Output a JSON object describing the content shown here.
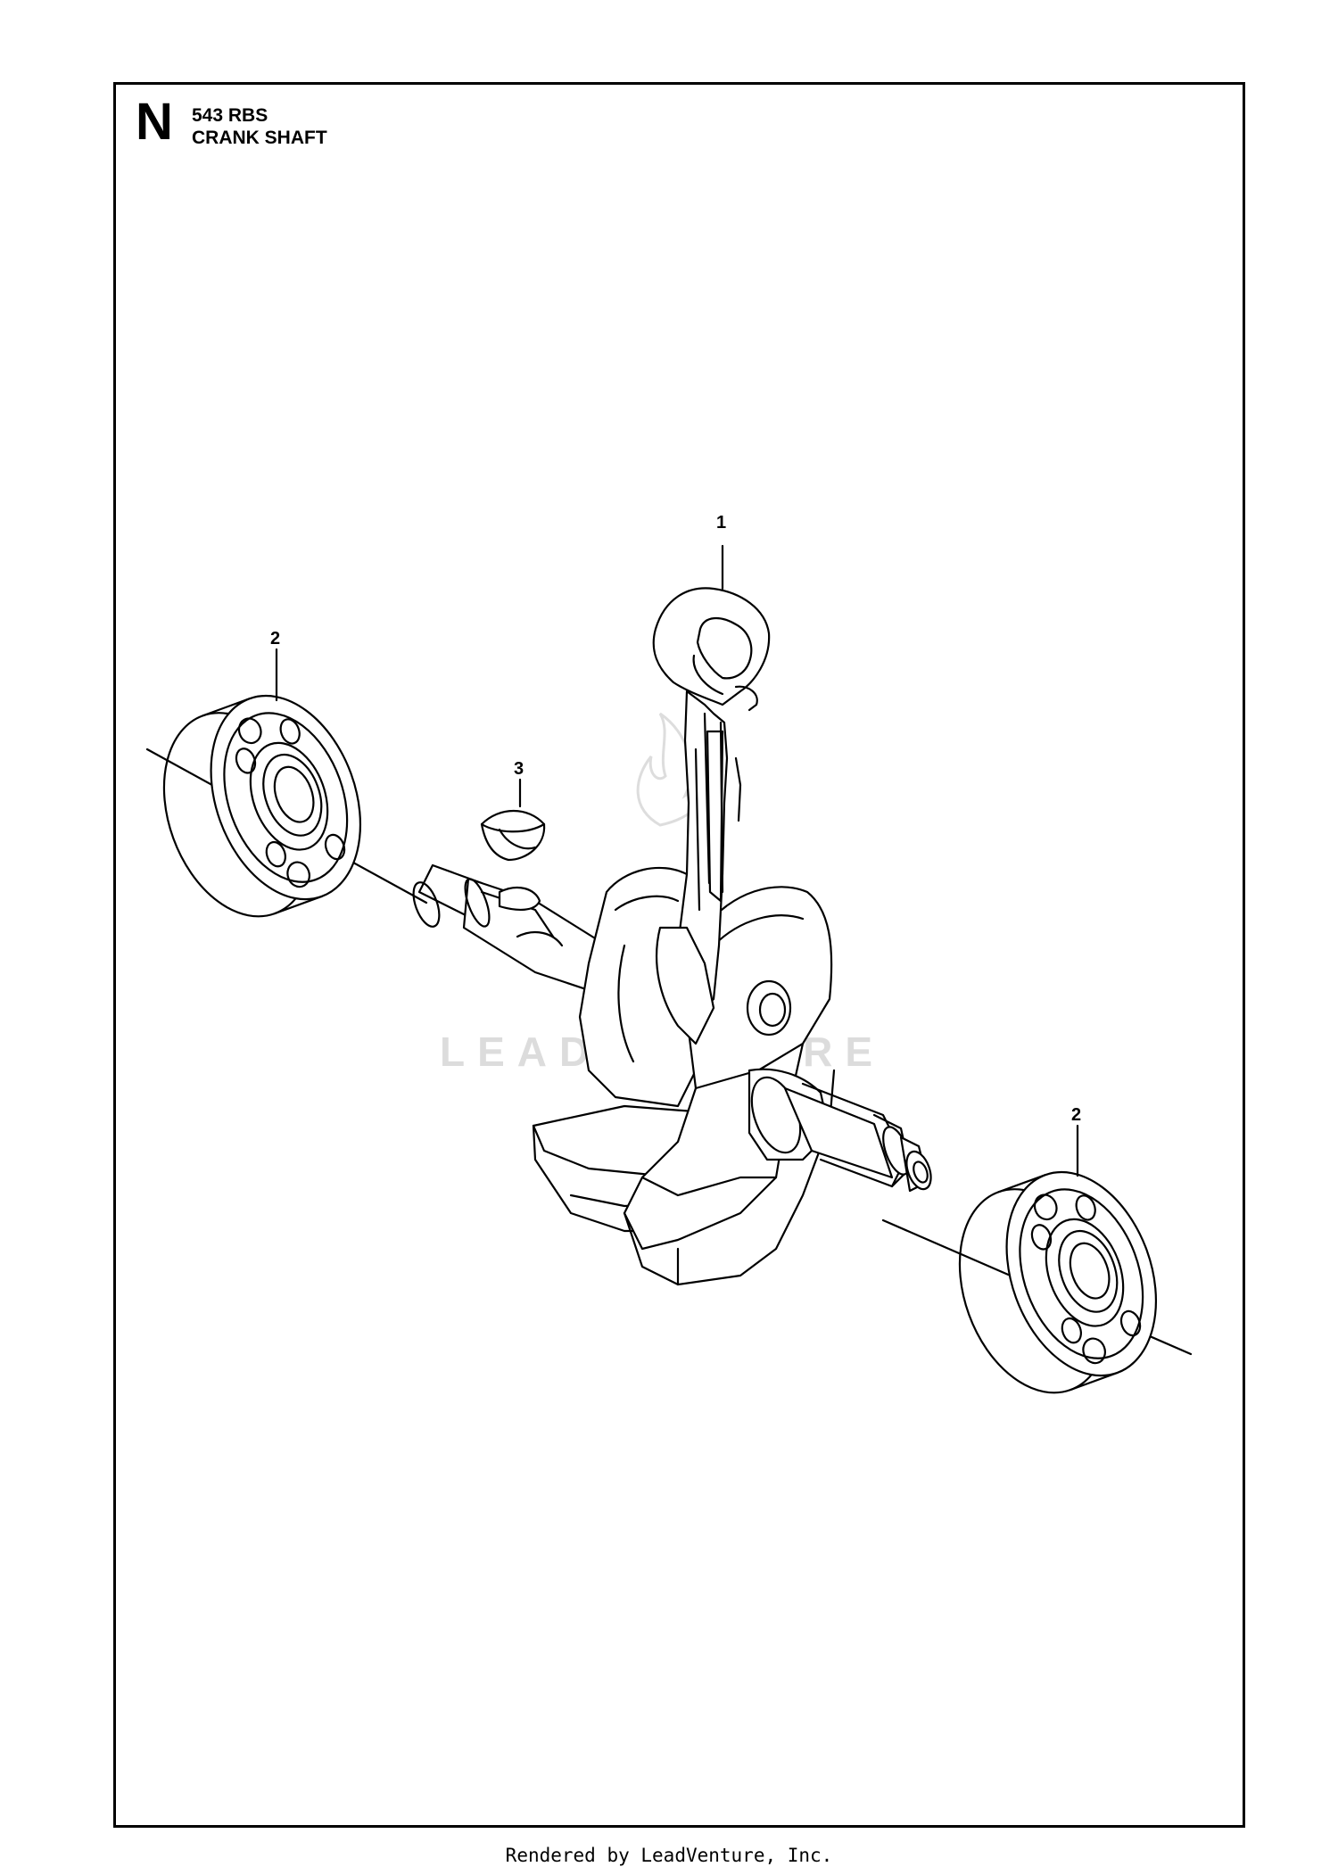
{
  "header": {
    "section_letter": "N",
    "model": "543 RBS",
    "title": "CRANK SHAFT"
  },
  "callouts": [
    {
      "id": "callout-1",
      "label": "1"
    },
    {
      "id": "callout-2-left",
      "label": "2"
    },
    {
      "id": "callout-3",
      "label": "3"
    },
    {
      "id": "callout-2-right",
      "label": "2"
    }
  ],
  "watermark": {
    "text": "LEADVENTURE"
  },
  "footer": {
    "text": "Rendered by LeadVenture, Inc."
  }
}
